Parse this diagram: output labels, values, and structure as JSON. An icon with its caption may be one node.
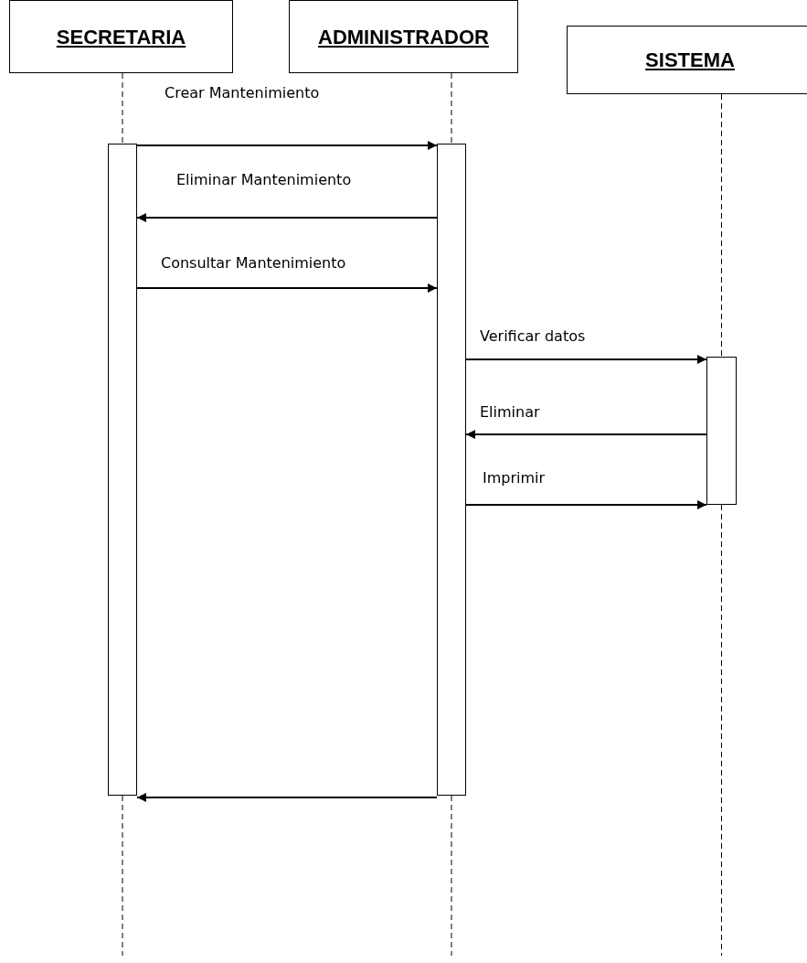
{
  "diagram": {
    "nodes": [
      {
        "text": [
          "SECRETARIA"
        ]
      },
      {
        "text": [
          "ADMINISTRADOR"
        ]
      },
      {
        "text": [
          "SISTEMA"
        ]
      },
      {
        "text": [],
        "shape": "bar"
      },
      {
        "text": [],
        "shape": "bar"
      },
      {
        "text": [],
        "shape": "bar"
      }
    ],
    "edges": [
      {
        "from": 0,
        "to": 3,
        "arrow": "none",
        "style": "dashed"
      },
      {
        "from": 3,
        "to": null,
        "arrow": "none",
        "style": "dashed"
      },
      {
        "from": 1,
        "to": 4,
        "arrow": "none",
        "style": "dashed"
      },
      {
        "from": 4,
        "to": null,
        "arrow": "none",
        "style": "dashed"
      },
      {
        "from": 2,
        "to": 5,
        "arrow": "none",
        "style": "dashed"
      },
      {
        "from": 5,
        "to": null,
        "arrow": "none",
        "style": "dashed"
      },
      {
        "from": 3,
        "to": 4,
        "arrow": "to",
        "label": "Crear Mantenimiento"
      },
      {
        "from": 4,
        "to": 3,
        "arrow": "to",
        "label": "Eliminar Mantenimiento"
      },
      {
        "from": 3,
        "to": 4,
        "arrow": "to",
        "label": "Consultar Mantenimiento"
      },
      {
        "from": 4,
        "to": 5,
        "arrow": "to",
        "label": "Verificar datos"
      },
      {
        "from": 5,
        "to": 4,
        "arrow": "to",
        "label": "Eliminar"
      },
      {
        "from": 4,
        "to": 5,
        "arrow": "to",
        "label": "Imprimir"
      },
      {
        "from": 4,
        "to": 3,
        "arrow": "to"
      }
    ]
  }
}
